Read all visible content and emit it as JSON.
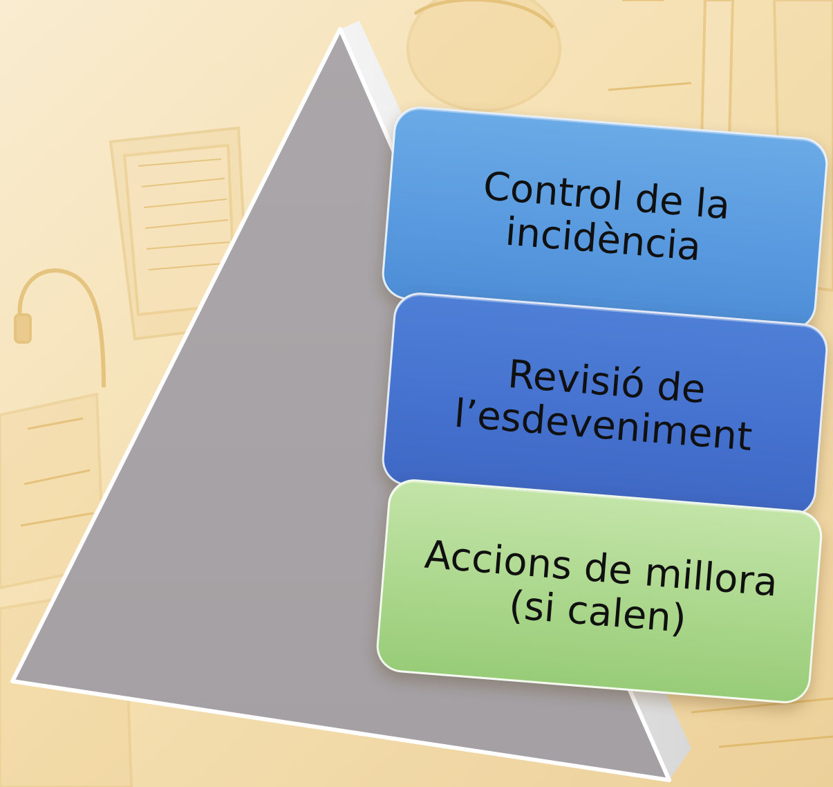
{
  "diagram": {
    "levels": [
      {
        "label": "Control de la incidència",
        "color": "#5a9be0"
      },
      {
        "label": "Revisió de l’esdeveniment",
        "color": "#4572cf"
      },
      {
        "label": "Accions de millora (si calen)",
        "color": "#a9d68a"
      }
    ],
    "pyramid": {
      "face_color": "#a7a3a6",
      "side_color": "#ececec"
    },
    "background": {
      "tint": "#f3dfae",
      "description_only": ""
    }
  }
}
